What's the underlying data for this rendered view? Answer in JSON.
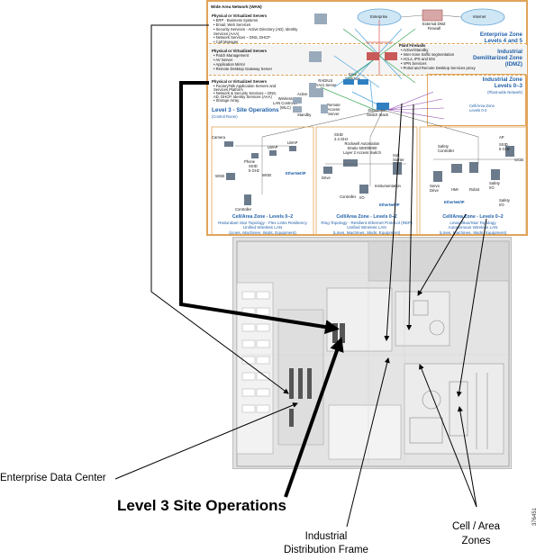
{
  "network": {
    "wan_title": "Wide Area Network (WAN)",
    "enterprise_cloud": "Enterprise",
    "internet_cloud": "Internet",
    "external_firewall": "External DMZ\nFirewall",
    "enterprise_zone": {
      "heading": "Physical or Virtualized Servers",
      "items": [
        "• ERP - Business Systems",
        "• Email, Web Services",
        "• Security Services - Active Directory (AD), Identity",
        "  Services (AAA)",
        "• Network Services – DNS, DHCP",
        "• Call Manager"
      ],
      "title": "Enterprise Zone",
      "subtitle": "Levels 4 and 5"
    },
    "dmz": {
      "heading": "Physical or Virtualized Servers",
      "items": [
        "• Patch Management",
        "• AV Server",
        "• Application Mirror",
        "• Remote Desktop Gateway Server"
      ],
      "firewall_heading": "Plant Firewalls",
      "firewall_items": [
        "• Active/Standby",
        "• Inter-zone traffic segmentation",
        "• ACLs, IPS and IDS",
        "• VPN Services",
        "• Portal and Remote Desktop Services proxy"
      ],
      "title": "Industrial\nDemilitarized Zone\n(IDMZ)"
    },
    "level3": {
      "heading": "Physical or Virtualized Servers",
      "items": [
        "• FactoryTalk Application Servers and",
        "  Services Platform",
        "• Network & Security Services – DNS,",
        "  AD, DHCP, Identity Services (AAA)",
        "• Storage Array"
      ],
      "title": "Level 3 - Site Operations",
      "subtitle": "(Control Room)",
      "radius": "RADIUS\n(AAA) Server",
      "core": "Core\nSwitches",
      "wlc": "Wireless\nLAN Controller\n(WLC)",
      "active": "Active",
      "standby": "Standby",
      "ras": "Remote\nAccess\nServer",
      "distribution": "Distribution\nSwitch Stack",
      "industrial_title": "Industrial Zone\nLevels 0–3",
      "industrial_sub": "(Plant-wide Network)",
      "cell_zone_label": "Cell/Area Zone\nLevels 0-2"
    },
    "cells": [
      {
        "title": "Cell/Area Zone - Levels 0–2",
        "l1": "Redundant Star Topology - Flex Links Resiliency",
        "l2": "Unified Wireless LAN",
        "l3": "(Lines, Machines, Skids, Equipment)"
      },
      {
        "title": "Cell/Area Zone - Levels 0–2",
        "l1": "Ring Topology - Resilient Ethernet Protocol (REP)",
        "l2": "Unified Wireless LAN",
        "l3": "(Lines, Machines, Skids, Equipment)"
      },
      {
        "title": "Cell/Area Zone - Levels 0–2",
        "l1": "Linear/Bus/Star Topology",
        "l2": "Autonomous Wireless LAN",
        "l3": "(Lines, Machines, Skids, Equipment)"
      }
    ],
    "devices": {
      "camera": "Camera",
      "phone": "Phone",
      "lwap": "LWAP",
      "wgb": "WGB",
      "ssid5": "SSID\n5 GHz",
      "ssid24": "SSID\n2.4 GHz",
      "controller": "Controller",
      "ethernetip": "EtherNet/IP",
      "soft_starter": "Soft\nStarter",
      "rockwell": "Rockwell Automation\nStratix 5000/8000\nLayer 2 Access Switch",
      "drive": "Drive",
      "io": "I/O",
      "instrumentation": "Instrumentation",
      "safety_controller": "Safety\nController",
      "ap": "AP",
      "servo": "Servo\nDrive",
      "hmi": "HMI",
      "robot": "Robot",
      "safety_io": "Safety\nI/O"
    }
  },
  "callouts": {
    "enterprise": "Enterprise Data Center",
    "level3": "Level 3 Site Operations",
    "idf": "Industrial\nDistribution Frame",
    "cell": "Cell / Area\nZones"
  },
  "figure_id": "376451",
  "colors": {
    "zone_border": "#e0a45a",
    "zone_title": "#1f5fa8",
    "link_blue": "#4aa3df",
    "link_green": "#3aa655",
    "link_red": "#d9534f",
    "link_purple": "#8e44ad"
  }
}
